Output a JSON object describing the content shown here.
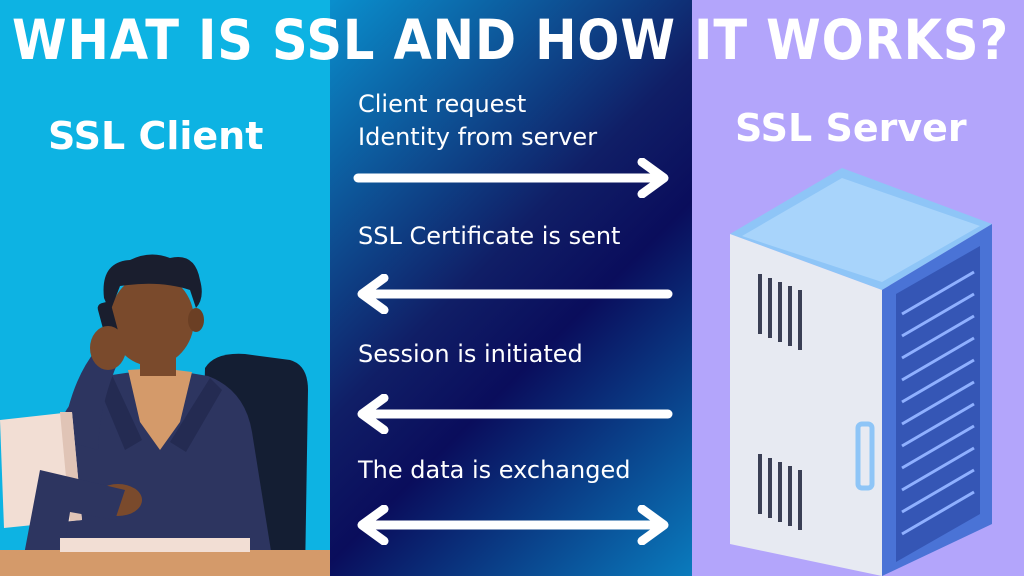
{
  "title": "WHAT IS SSL AND HOW IT WORKS?",
  "client_label": "SSL Client",
  "server_label": "SSL Server",
  "steps": [
    {
      "line1": "Client request",
      "line2": "Identity from server",
      "direction": "right"
    },
    {
      "line1": "SSL Certificate is sent",
      "direction": "left"
    },
    {
      "line1": "Session is initiated",
      "direction": "left"
    },
    {
      "line1": "The data is exchanged",
      "direction": "both"
    }
  ],
  "colors": {
    "client_panel": "#0db3e3",
    "middle_panel": "#0e1a66",
    "server_panel": "#b3a5fb",
    "text": "#ffffff"
  },
  "illustrations": [
    "person-on-phone-reading-document",
    "server-rack-icon"
  ]
}
